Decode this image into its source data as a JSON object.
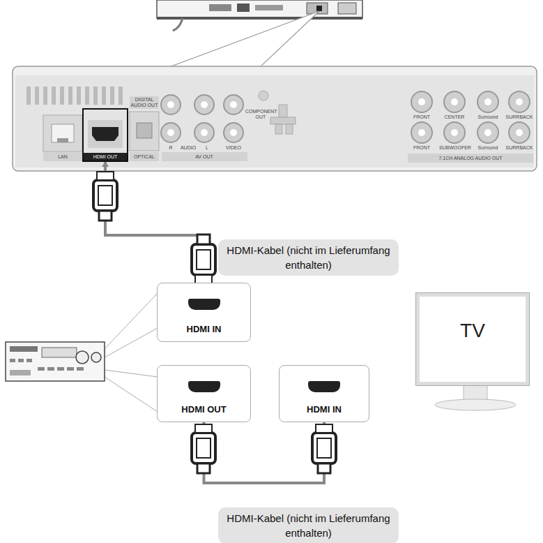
{
  "diagram": {
    "nodes": [
      {
        "text": [
          "HDMI OUT"
        ]
      },
      {
        "text": [
          "HDMI-Kabel (nicht im Lieferumfang enthalten)"
        ]
      },
      {
        "text": [
          "HDMI IN"
        ]
      },
      {
        "text": [
          "HDMI OUT"
        ]
      },
      {
        "text": [
          "HDMI IN"
        ]
      },
      {
        "text": [
          "TV"
        ]
      },
      {
        "text": [
          "HDMI-Kabel (nicht im Lieferumfang enthalten)"
        ]
      }
    ],
    "edges": [
      {
        "from": 0,
        "to": 2,
        "arrow": "both"
      },
      {
        "from": 3,
        "to": 4,
        "arrow": "both"
      }
    ],
    "labels": [
      "LAN",
      "DIGITAL AUDIO OUT",
      "OPTICAL",
      "AV OUT",
      "R",
      "AUDIO",
      "L",
      "VIDEO",
      "COMPONENT OUT",
      "FRONT",
      "CENTER",
      "Surround",
      "SURRBACK",
      "FRONT",
      "SUBWOOFER",
      "Surround",
      "SURRBACK",
      "7.1CH ANALOG AUDIO OUT"
    ]
  }
}
